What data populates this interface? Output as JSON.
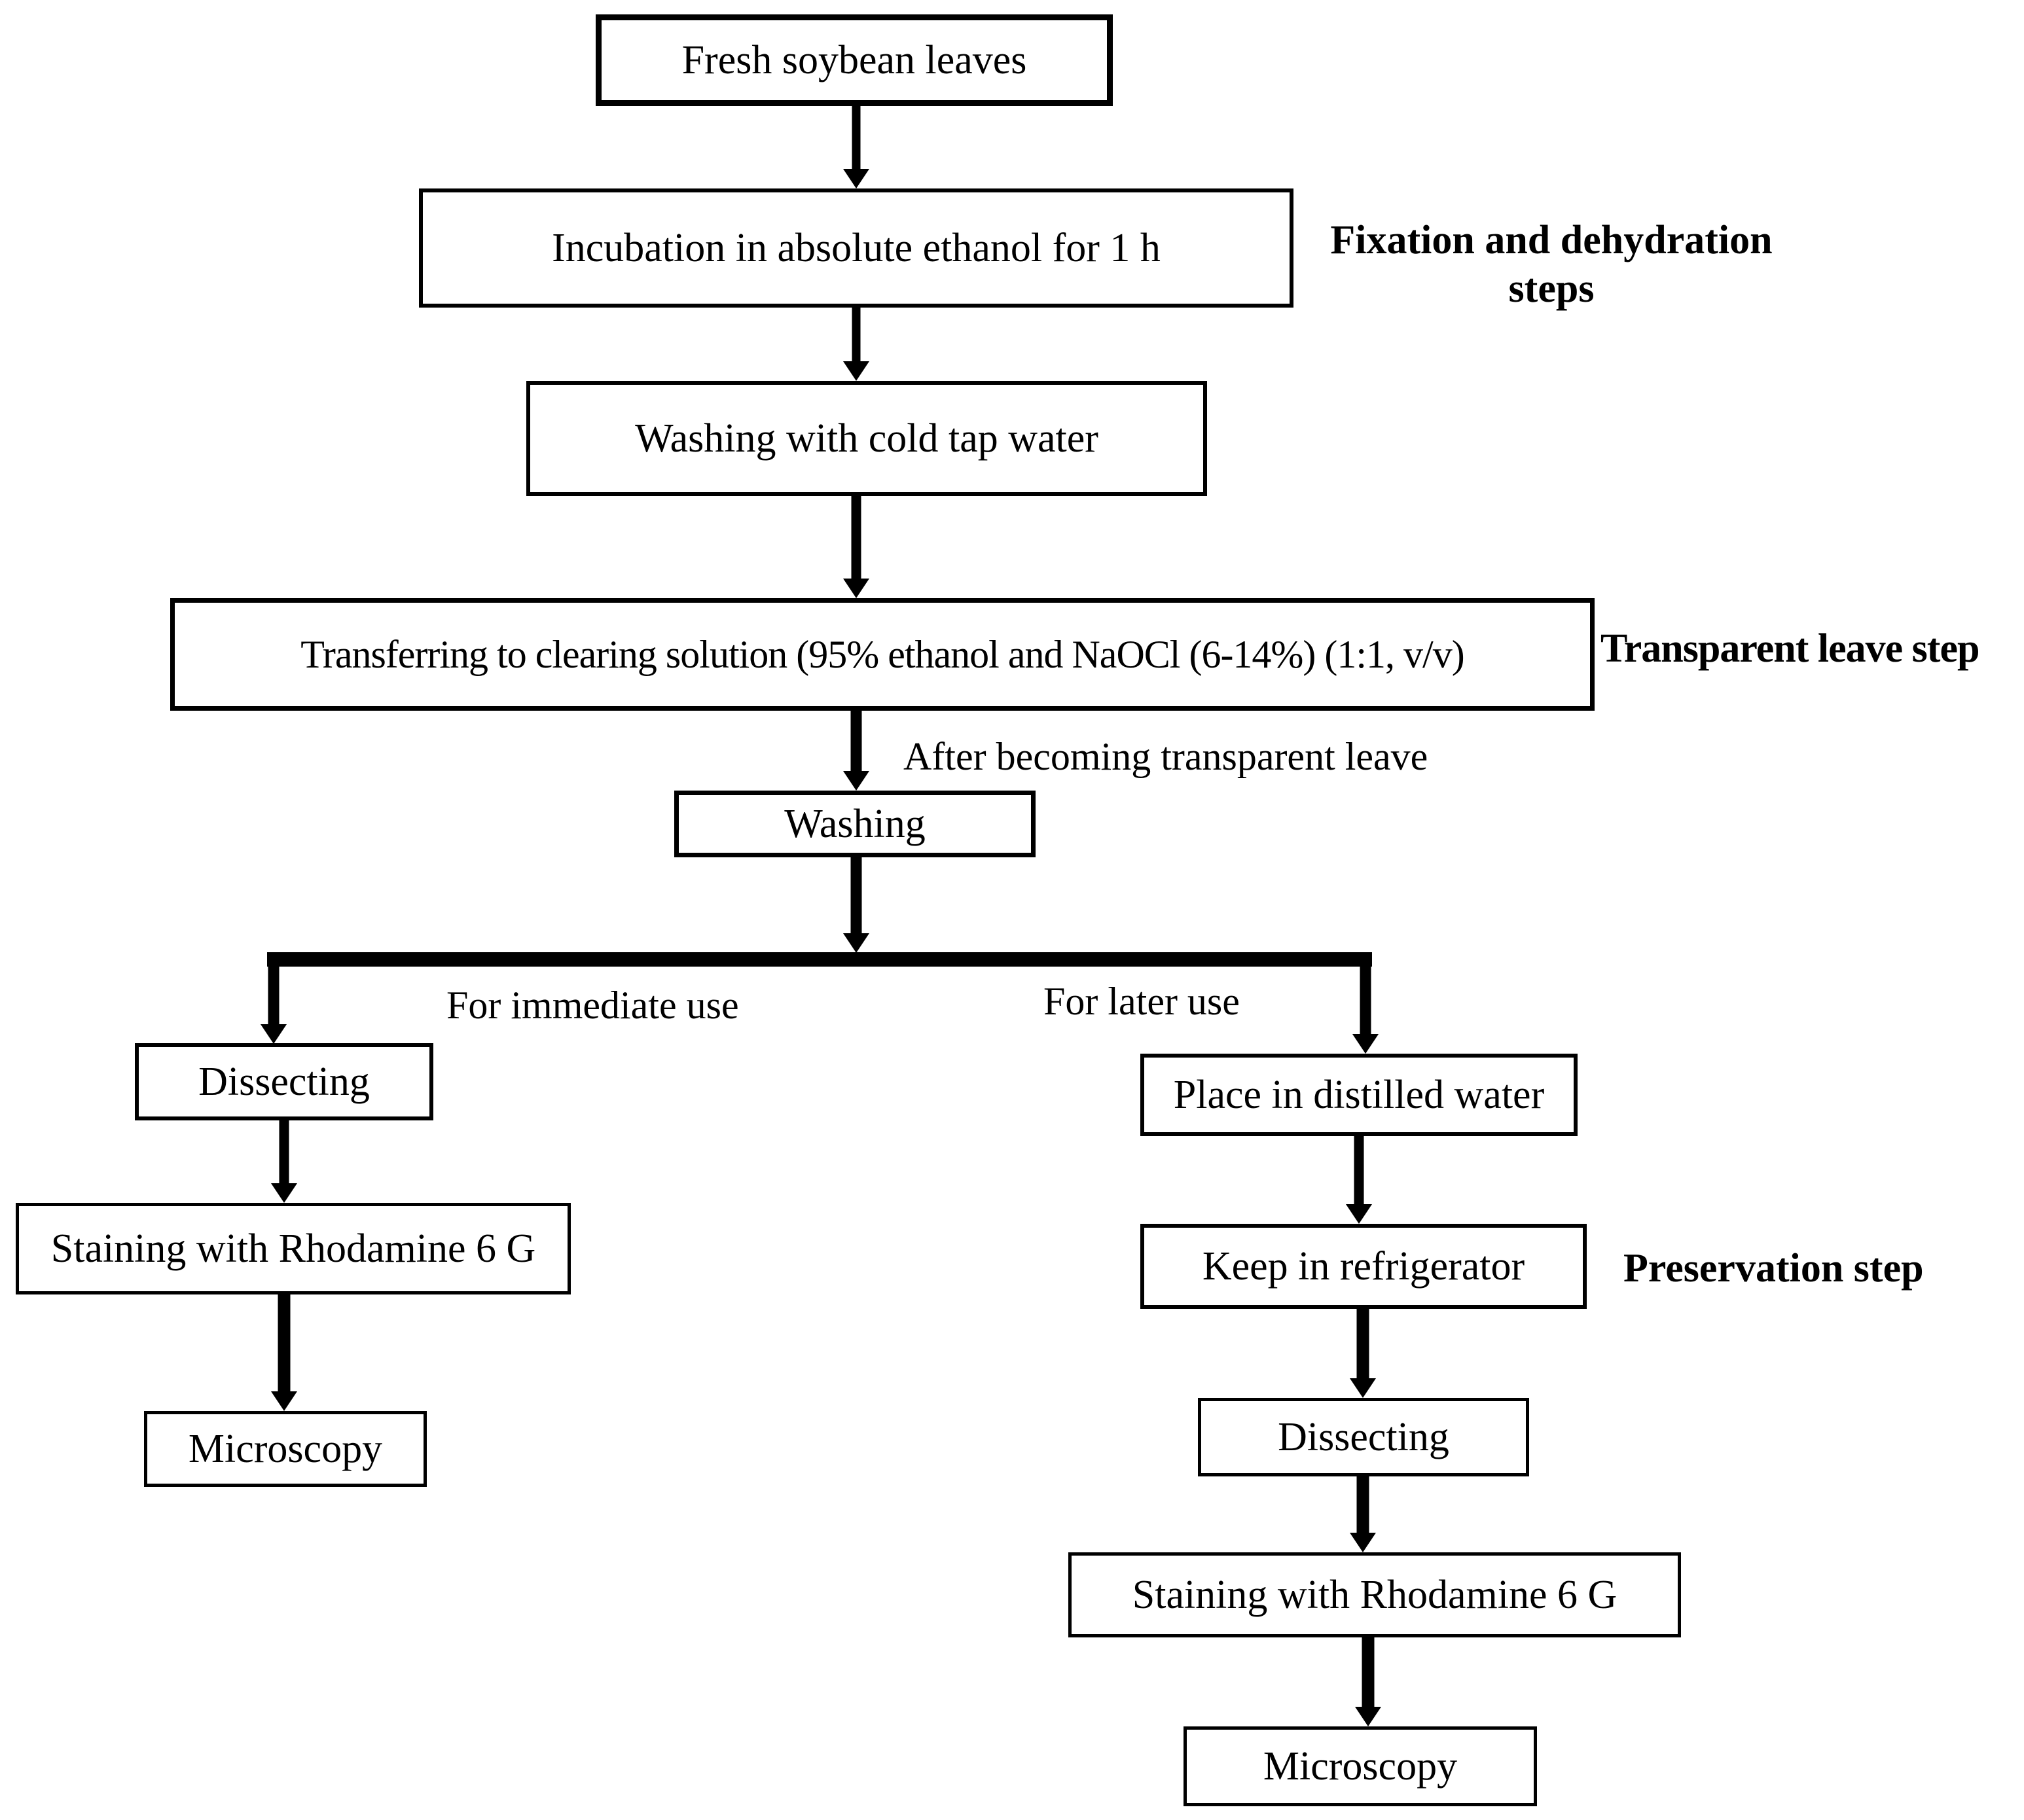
{
  "nodes": {
    "fresh": {
      "label": "Fresh soybean leaves"
    },
    "incubation": {
      "label": "Incubation in absolute ethanol for 1 h"
    },
    "washing_tap": {
      "label": "Washing with cold tap water"
    },
    "transferring": {
      "label": "Transferring to clearing solution (95% ethanol and NaOCl (6-14%) (1:1, v/v)"
    },
    "washing": {
      "label": "Washing"
    },
    "dissecting_immediate": {
      "label": "Dissecting"
    },
    "staining_immediate": {
      "label": "Staining with Rhodamine 6 G"
    },
    "microscopy_immediate": {
      "label": "Microscopy"
    },
    "place_water": {
      "label": "Place in distilled water"
    },
    "keep_refrigerator": {
      "label": "Keep in refrigerator"
    },
    "dissecting_later": {
      "label": "Dissecting"
    },
    "staining_later": {
      "label": "Staining with Rhodamine 6 G"
    },
    "microscopy_later": {
      "label": "Microscopy"
    }
  },
  "annotations": {
    "fixation_line1": "Fixation and dehydration",
    "fixation_line2": "steps",
    "transparent": "Transparent leave step",
    "preservation": "Preservation step",
    "after_transparent": "After becoming transparent leave",
    "for_immediate": "For immediate use",
    "for_later": "For later use"
  },
  "colors": {
    "ink": "#000000",
    "box_fill": "#ffffff",
    "background": "#ffffff"
  }
}
